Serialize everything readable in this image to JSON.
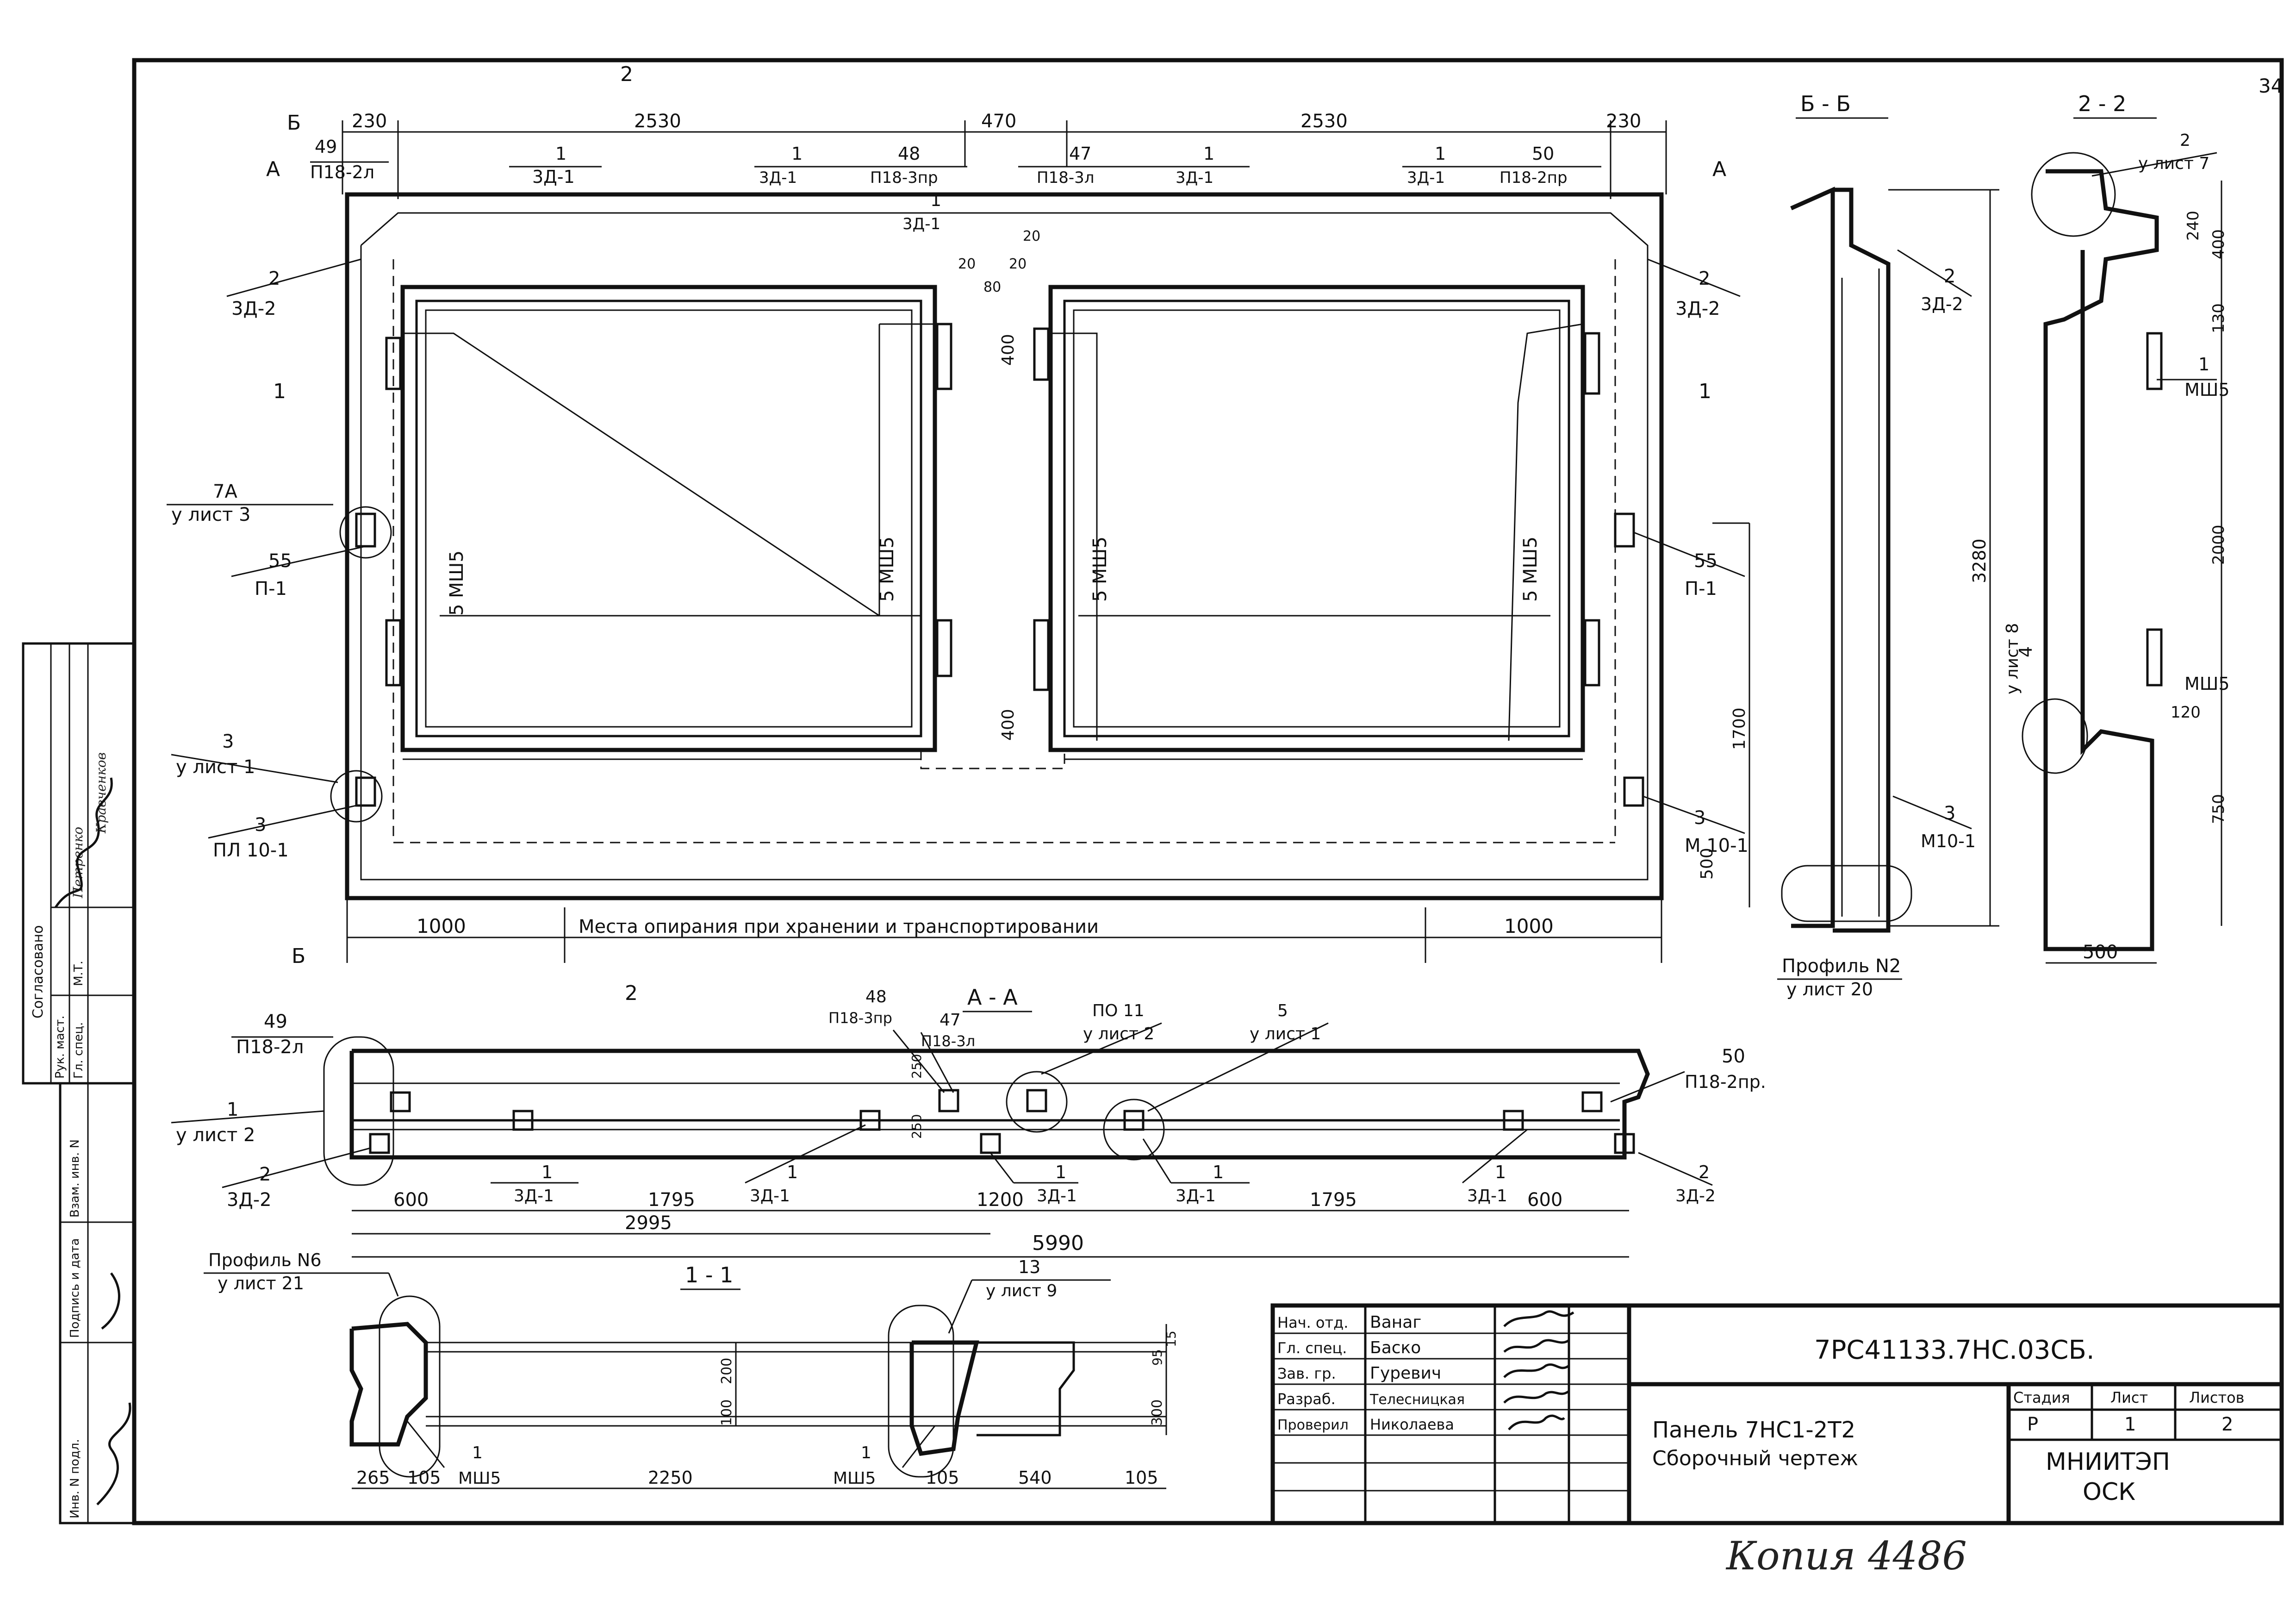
{
  "sheet_number": "34",
  "views": {
    "main": {
      "section_marks": [
        "Б",
        "А",
        "А",
        "1",
        "1",
        "2",
        "2",
        "Б"
      ],
      "top_dims": [
        "230",
        "2530",
        "470",
        "2530",
        "230"
      ],
      "labels": [
        {
          "num": "49",
          "code": "П18-2л"
        },
        {
          "num": "1",
          "code": "3Д-1"
        },
        {
          "num": "1",
          "code": "3Д-1"
        },
        {
          "num": "48",
          "code": "П18-3пр"
        },
        {
          "num": "47",
          "code": "П18-3л"
        },
        {
          "num": "1",
          "code": "3Д-1"
        },
        {
          "num": "1",
          "code": "3Д-1"
        },
        {
          "num": "50",
          "code": "П18-2пр"
        },
        {
          "num": "1",
          "code": "3Д-1"
        },
        {
          "num": "2",
          "code": "3Д-2"
        },
        {
          "num": "2",
          "code": "3Д-2"
        },
        {
          "num": "7А",
          "code": "у лист 3"
        },
        {
          "num": "55",
          "code": "П-1"
        },
        {
          "num": "55",
          "code": "П-1"
        },
        {
          "num": "3",
          "code": "у лист 1"
        },
        {
          "num": "3",
          "code": "ПЛ 10-1"
        },
        {
          "num": "3",
          "code": "М 10-1"
        }
      ],
      "mesh_labels": [
        "5 МШ5",
        "5 МШ5",
        "5 МШ5",
        "5 МШ5"
      ],
      "small_dims": [
        "20",
        "20",
        "20",
        "80"
      ],
      "vertical_dims": [
        "400",
        "400",
        "1700",
        "500"
      ],
      "bottom_dims": [
        "1000",
        "1000"
      ],
      "support_note": "Места опирания при хранении и транспортировании"
    },
    "section_bb": {
      "title": "Б - Б",
      "labels": [
        {
          "num": "2",
          "code": "3Д-2"
        },
        {
          "num": "3",
          "code": "М10-1"
        }
      ],
      "dim": "3280",
      "profile": "Профиль N2",
      "profile_ref": "у лист 20"
    },
    "section_22": {
      "title": "2 - 2",
      "ref_top": {
        "num": "2",
        "code": "у лист 7"
      },
      "mesh_1": {
        "num": "1",
        "code": "МШ5"
      },
      "mesh_2": "МШ5",
      "ref_side": {
        "num": "4",
        "code": "у лист 8"
      },
      "dims": [
        "240",
        "400",
        "130",
        "2000",
        "120",
        "750"
      ],
      "width": "500"
    },
    "section_aa": {
      "title": "А - А",
      "labels_top": [
        {
          "num": "49",
          "code": "П18-2л"
        },
        {
          "num": "48",
          "code": "П18-3пр"
        },
        {
          "num": "47",
          "code": "П18-3л"
        },
        {
          "num": "ПО 11",
          "code": "у лист 2"
        },
        {
          "num": "5",
          "code": "у лист 1"
        },
        {
          "num": "50",
          "code": "П18-2пр."
        }
      ],
      "labels_left": [
        {
          "num": "1",
          "code": "у лист 2"
        },
        {
          "num": "2",
          "code": "3Д-2"
        }
      ],
      "labels_bottom": [
        {
          "num": "1",
          "code": "3Д-1"
        },
        {
          "num": "1",
          "code": "3Д-1"
        },
        {
          "num": "1",
          "code": "3Д-1"
        },
        {
          "num": "1",
          "code": "3Д-1"
        },
        {
          "num": "1",
          "code": "3Д-1"
        },
        {
          "num": "2",
          "code": "3Д-2"
        }
      ],
      "small_dims": [
        "250",
        "250"
      ],
      "dims": [
        "600",
        "1795",
        "1200",
        "1795",
        "600"
      ],
      "half_dim": "2995",
      "total_dim": "5990"
    },
    "section_11": {
      "title": "1 - 1",
      "profile": "Профиль N6",
      "profile_ref": "у лист 21",
      "ref": {
        "num": "13",
        "code": "у лист 9"
      },
      "dims": [
        "265",
        "105",
        "2250",
        "105",
        "540",
        "105"
      ],
      "heights": [
        "100",
        "200",
        "300",
        "95",
        "15"
      ],
      "mesh_1": {
        "num": "1",
        "code": "МШ5"
      },
      "mesh_2": {
        "num": "1",
        "code": "МШ5"
      }
    }
  },
  "title_block": {
    "roles": [
      {
        "role": "Нач. отд.",
        "name": "Ванаг"
      },
      {
        "role": "Гл. спец.",
        "name": "Баско"
      },
      {
        "role": "Зав. гр.",
        "name": "Гуревич"
      },
      {
        "role": "Разраб.",
        "name": "Телесницкая"
      },
      {
        "role": "Проверил",
        "name": "Николаева"
      }
    ],
    "doc_code": "7РС41133.7НС.03СБ.",
    "title_1": "Панель 7НС1-2Т2",
    "title_2": "Сборочный чертеж",
    "col_stage": "Стадия",
    "col_sheet": "Лист",
    "col_sheets": "Листов",
    "stage": "Р",
    "sheet": "1",
    "sheets": "2",
    "org_1": "МНИИТЭП",
    "org_2": "ОСК"
  },
  "left_stamps": {
    "top": [
      "Согласовано",
      "Рук. маст.",
      "Гл. спец.",
      "М.Т.",
      "Петренко",
      "Кравченков"
    ],
    "bottom": [
      "Инв. N подл.",
      "Подпись и дата",
      "Взам. инв. N"
    ]
  },
  "copy_note": "Копия 4486"
}
